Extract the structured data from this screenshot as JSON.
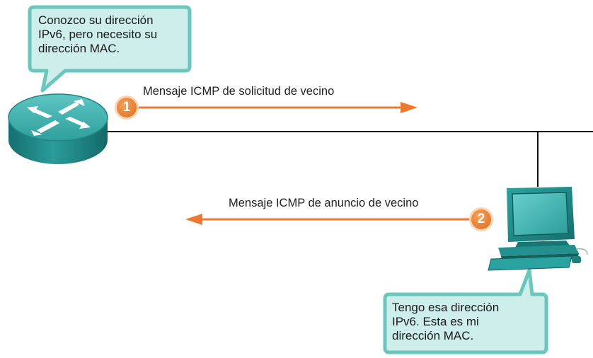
{
  "colors": {
    "bubble_fill": "#cdeeea",
    "bubble_border": "#69c7bd",
    "arrow": "#ec7a2f",
    "badge_fill": "#f08a3c",
    "badge_ring": "#fbd5b6",
    "network_line": "#111111",
    "device_teal": "#1f8f8f"
  },
  "icons": {
    "router": "router-icon",
    "pc": "desktop-computer-icon"
  },
  "router_bubble": {
    "text": "Conozco su dirección\nIPv6, pero necesito su\ndirección MAC."
  },
  "pc_bubble": {
    "text": "Tengo esa dirección\nIPv6. Esta es mi\ndirección MAC."
  },
  "messages": [
    {
      "step": "1",
      "label": "Mensaje ICMP de solicitud de vecino",
      "direction": "right"
    },
    {
      "step": "2",
      "label": "Mensaje ICMP de anuncio de vecino",
      "direction": "left"
    }
  ]
}
